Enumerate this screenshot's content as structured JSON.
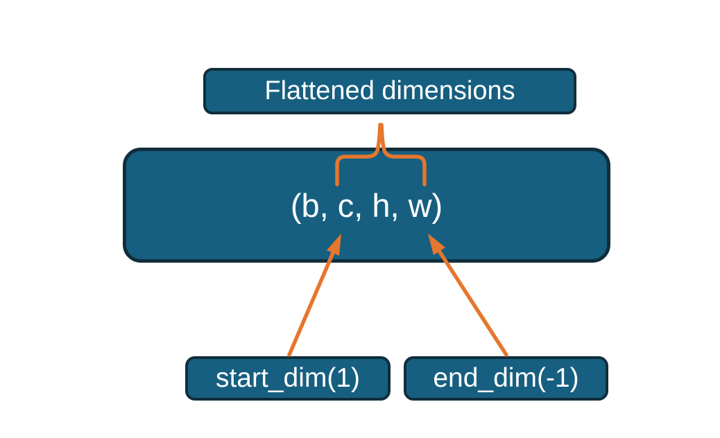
{
  "diagram": {
    "boxes": {
      "flattened": {
        "label": "Flattened dimensions"
      },
      "tensor": {
        "label": "(b, c, h, w)"
      },
      "start_dim": {
        "label": "start_dim(1)"
      },
      "end_dim": {
        "label": "end_dim(-1)"
      }
    },
    "connectors": {
      "brace": "brace grouping c and h dimensions, linking tensor box to Flattened dimensions box",
      "start_dim_arrow": "arrow from start_dim(1) box pointing to dimension b area",
      "end_dim_arrow": "arrow from end_dim(-1) box pointing to dimension w area"
    },
    "colors": {
      "background": "#FFFFFF",
      "box_fill": "#175F80",
      "box_border": "#102E3C",
      "accent_orange": "#E5772E",
      "text": "#FFFFFF"
    }
  }
}
